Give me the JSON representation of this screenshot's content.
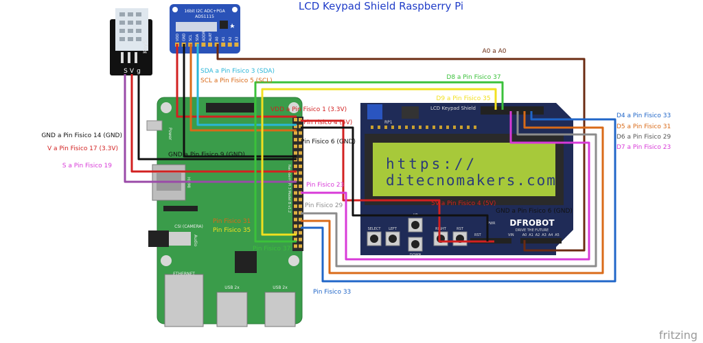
{
  "title": "LCD Keypad Shield Raspberry Pi",
  "watermark": "fritzing",
  "sensor": {
    "brand": "KeyS",
    "pins": [
      "S",
      "V",
      "g"
    ]
  },
  "adc": {
    "title": "16bit I2C ADC+PGA",
    "part": "ADS1115",
    "pins": [
      "VDD",
      "GND",
      "SCL",
      "SDA",
      "ADDR",
      "ALRT",
      "A0",
      "A1",
      "A2",
      "A3"
    ]
  },
  "pi": {
    "power_label": "Power",
    "hdmi_label": "HDMI",
    "camera_label": "CSI (CAMERA)",
    "audio_label": "Audio",
    "ethernet_label": "ETHERNET",
    "usb1_label": "USB 2x",
    "usb2_label": "USB 2x",
    "model_text": "Raspberry Pi 3 Model B v1.2"
  },
  "shield": {
    "title": "LCD Keypad Shield",
    "rp1": "RP1",
    "lcd_line1": "https://",
    "lcd_line2": "ditecnomakers.com",
    "buttons": [
      "SELECT",
      "LEFT",
      "UP",
      "DOWN",
      "RIGHT",
      "RST"
    ],
    "brand": "DFROBOT",
    "tagline": "DRIVE THE FUTURE",
    "pwr": "PWR",
    "rst": "RST",
    "vin": "VIN",
    "analog": [
      "A0",
      "A1",
      "A2",
      "A3",
      "A4",
      "A5"
    ]
  },
  "labels": {
    "a0": "A0 a A0",
    "sda": "SDA a Pin Fisico 3 (SDA)",
    "scl": "SCL a Pin Fisico 5 (SCL)",
    "d8": "D8 a Pin Fisico 37",
    "d9": "D9 a Pin Fisico 35",
    "vdd": "VDD a Pin Fisico 1 (3.3V)",
    "pin4": "Pin Fisico 4 (5V)",
    "pin6": "Pin Fisico 6 (GND)",
    "gnd14": "GND a Pin Fisico 14 (GND)",
    "v17": "V a Pin Fisico 17 (3.3V)",
    "s19": "S a Pin Fisico 19",
    "gnd9": "GND a Pin Fisico 9 (GND)",
    "pin23": "Pin Fisico 23",
    "pin29": "Pin Fisico 29",
    "pin31": "Pin Fisico 31",
    "pin35": "Pin Fisico 35",
    "pin37": "Pin Fisico 37",
    "pin33": "Pin Fisico 33",
    "d4": "D4 a Pin Fisico 33",
    "d5": "D5 a Pin Fisico 31",
    "d6": "D6 a Pin Fisico 29",
    "d7": "D7 a Pin Fisico 23",
    "v5": "5V a Pin Fisico 4 (5V)",
    "gnd6": "GND a Pin Fisico 6 (GND)"
  },
  "colors": {
    "brown": "#6b2b12",
    "black": "#111111",
    "red": "#d22020",
    "cyan": "#2ab6d8",
    "orange": "#d96a18",
    "green": "#3bc13b",
    "yellow": "#f2e020",
    "blue": "#2066c8",
    "grey": "#8c8c8c",
    "magenta": "#d83ad8",
    "purple": "#9a4aa8",
    "pi_board": "#3a9c4a",
    "shield_board": "#1f2b57",
    "lcd": "#a7c93a"
  }
}
